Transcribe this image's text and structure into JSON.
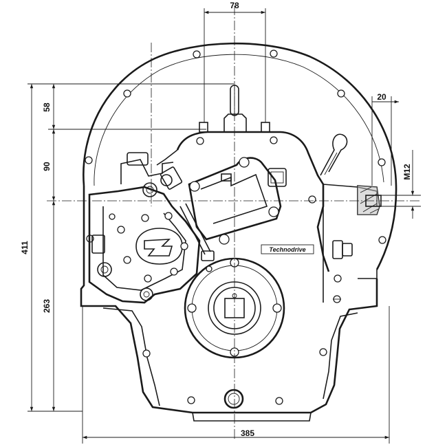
{
  "dimensions": {
    "top_offset": "78",
    "side_offset": "20",
    "thread": "M12",
    "upper_height": "58",
    "middle_height": "90",
    "total_height": "411",
    "lower_height": "263",
    "base_width": "385"
  },
  "nameplate": "Technodrive"
}
